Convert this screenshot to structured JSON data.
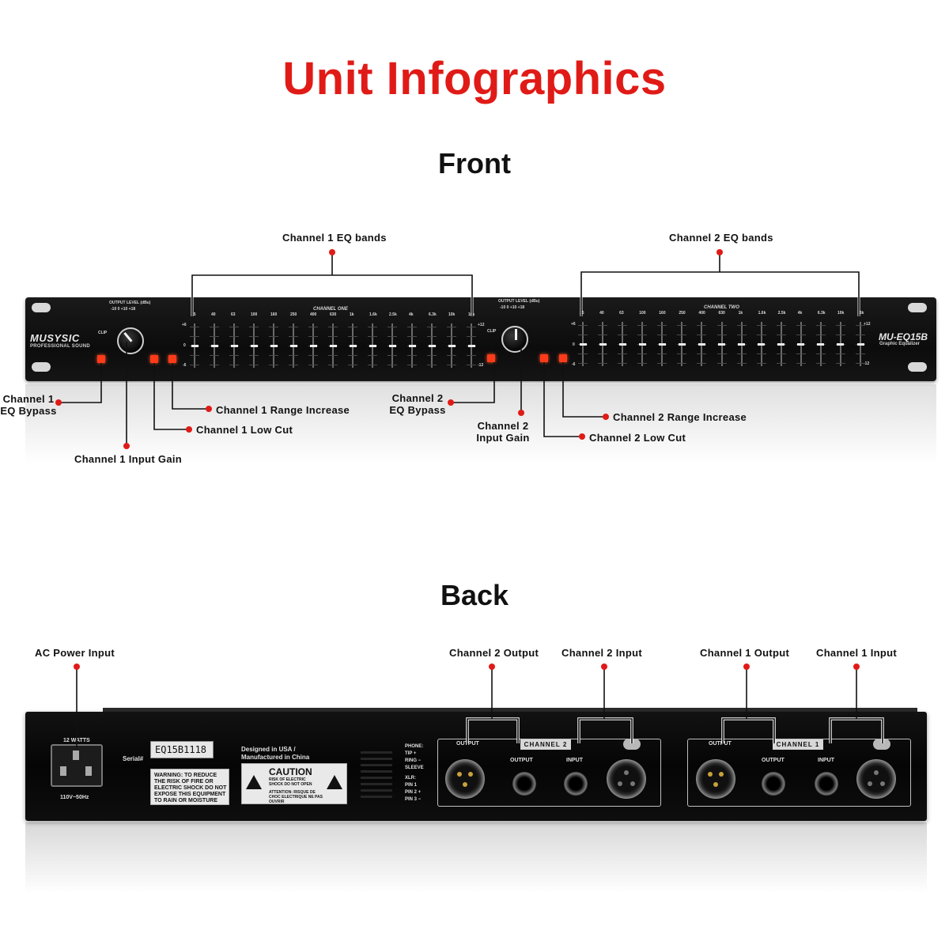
{
  "page": {
    "title": "Unit Infographics",
    "front_heading": "Front",
    "back_heading": "Back",
    "accent_color": "#e01b17"
  },
  "front": {
    "labels": {
      "ch1_eq_bands": "Channel 1 EQ bands",
      "ch2_eq_bands": "Channel 2 EQ bands",
      "ch1_eq_bypass_line1": "Channel 1",
      "ch1_eq_bypass_line2": "EQ Bypass",
      "ch1_range_increase": "Channel 1 Range Increase",
      "ch1_low_cut": "Channel 1 Low Cut",
      "ch1_input_gain": "Channel 1 Input Gain",
      "ch2_eq_bypass_line1": "Channel 2",
      "ch2_eq_bypass_line2": "EQ Bypass",
      "ch2_input_gain_line1": "Channel 2",
      "ch2_input_gain_line2": "Input Gain",
      "ch2_range_increase": "Channel 2 Range Increase",
      "ch2_low_cut": "Channel 2 Low Cut"
    },
    "device": {
      "brand": "MUSYSIC",
      "brand_sub": "PROFESSIONAL SOUND",
      "model": "MU-EQ15B",
      "model_sub": "Graphic Equalizer",
      "channel_one_label": "CHANNEL ONE",
      "channel_two_label": "CHANNEL TWO",
      "output_level_label": "OUTPUT LEVEL (dBu)",
      "output_level_scale": "-10   0   +10  +18",
      "clip_label": "CLIP",
      "frequencies": [
        "25",
        "40",
        "63",
        "100",
        "160",
        "250",
        "400",
        "630",
        "1k",
        "1.6k",
        "2.5k",
        "4k",
        "6.3k",
        "10k",
        "16k"
      ],
      "slider_positions": [
        0.5,
        0.5,
        0.5,
        0.5,
        0.5,
        0.5,
        0.5,
        0.5,
        0.5,
        0.5,
        0.5,
        0.5,
        0.5,
        0.5,
        0.5
      ],
      "scale_top": "+6",
      "scale_mid": "0",
      "scale_bottom": "-6",
      "scale_top_alt": "+12",
      "scale_bottom_alt": "-12"
    }
  },
  "back": {
    "labels": {
      "ac_power_input": "AC Power Input",
      "ch2_output": "Channel 2 Output",
      "ch2_input": "Channel 2 Input",
      "ch1_output": "Channel 1 Output",
      "ch1_input": "Channel 1 Input"
    },
    "device": {
      "watts": "12 WATTS",
      "voltage": "110V~50Hz",
      "serial_label": "Serial#",
      "serial_value": "EQ15B1118",
      "warning_text": "WARNING: TO REDUCE THE RISK OF FIRE OR ELECTRIC SHOCK DO NOT EXPOSE THIS EQUIPMENT TO RAIN OR MOISTURE",
      "designed_text": "Designed in USA / Manufactured in China",
      "caution_title": "CAUTION",
      "caution_sub": "RISK OF ELECTRIC SHOCK DO NOT OPEN",
      "attention_text": "ATTENTION: RISQUE DE CHOC ELECTRIQUE NE PAS OUVRIR",
      "phone_legend": [
        "PHONE:",
        "TIP +",
        "RING −",
        "SLEEVE"
      ],
      "xlr_legend": [
        "XLR:",
        "PIN 1",
        "PIN 2 +",
        "PIN 3 −"
      ],
      "channel2_tag": "CHANNEL 2",
      "channel1_tag": "CHANNEL 1",
      "output_label": "OUTPUT",
      "input_label": "INPUT"
    }
  }
}
